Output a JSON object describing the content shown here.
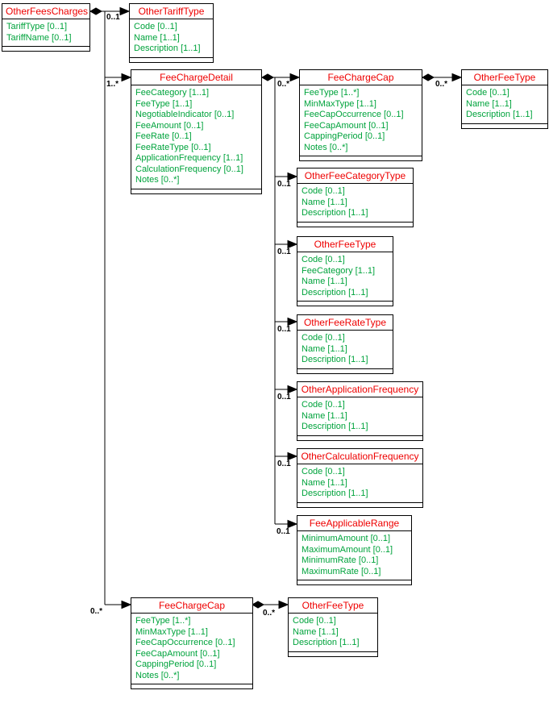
{
  "diagram": {
    "boxes": [
      {
        "title": "OtherFeesCharges",
        "attrs": [
          "TariffType [0..1]",
          "TariffName [0..1]"
        ]
      },
      {
        "title": "OtherTariffType",
        "attrs": [
          "Code [0..1]",
          "Name [1..1]",
          "Description [1..1]"
        ]
      },
      {
        "title": "FeeChargeDetail",
        "attrs": [
          "FeeCategory [1..1]",
          "FeeType [1..1]",
          "NegotiableIndicator [0..1]",
          "FeeAmount [0..1]",
          "FeeRate [0..1]",
          "FeeRateType [0..1]",
          "ApplicationFrequency [1..1]",
          "CalculationFrequency [0..1]",
          "Notes [0..*]"
        ]
      },
      {
        "title": "FeeChargeCap",
        "attrs": [
          "FeeType [1..*]",
          "MinMaxType [1..1]",
          "FeeCapOccurrence [0..1]",
          "FeeCapAmount [0..1]",
          "CappingPeriod [0..1]",
          "Notes [0..*]"
        ]
      },
      {
        "title": "OtherFeeType",
        "attrs": [
          "Code [0..1]",
          "Name [1..1]",
          "Description [1..1]"
        ]
      },
      {
        "title": "OtherFeeCategoryType",
        "attrs": [
          "Code [0..1]",
          "Name [1..1]",
          "Description [1..1]"
        ]
      },
      {
        "title": "OtherFeeType",
        "attrs": [
          "Code [0..1]",
          "FeeCategory [1..1]",
          "Name [1..1]",
          "Description [1..1]"
        ]
      },
      {
        "title": "OtherFeeRateType",
        "attrs": [
          "Code [0..1]",
          "Name [1..1]",
          "Description [1..1]"
        ]
      },
      {
        "title": "OtherApplicationFrequency",
        "attrs": [
          "Code [0..1]",
          "Name [1..1]",
          "Description [1..1]"
        ]
      },
      {
        "title": "OtherCalculationFrequency",
        "attrs": [
          "Code [0..1]",
          "Name [1..1]",
          "Description [1..1]"
        ]
      },
      {
        "title": "FeeApplicableRange",
        "attrs": [
          "MinimumAmount [0..1]",
          "MaximumAmount [0..1]",
          "MinimumRate [0..1]",
          "MaximumRate [0..1]"
        ]
      },
      {
        "title": "FeeChargeCap",
        "attrs": [
          "FeeType [1..*]",
          "MinMaxType [1..1]",
          "FeeCapOccurrence [0..1]",
          "FeeCapAmount [0..1]",
          "CappingPeriod [0..1]",
          "Notes [0..*]"
        ]
      },
      {
        "title": "OtherFeeType",
        "attrs": [
          "Code [0..1]",
          "Name [1..1]",
          "Description [1..1]"
        ]
      }
    ],
    "labels": [
      {
        "text": "0..1"
      },
      {
        "text": "1..*"
      },
      {
        "text": "0..*"
      },
      {
        "text": "0..*"
      },
      {
        "text": "0..*"
      },
      {
        "text": "0..1"
      },
      {
        "text": "0..1"
      },
      {
        "text": "0..1"
      },
      {
        "text": "0..1"
      },
      {
        "text": "0..1"
      },
      {
        "text": "0..1"
      },
      {
        "text": "0..*"
      }
    ]
  },
  "colors": {
    "class_title": "#ee0000",
    "attribute_text": "#00a33c",
    "connector": "#000000",
    "background": "#ffffff"
  }
}
